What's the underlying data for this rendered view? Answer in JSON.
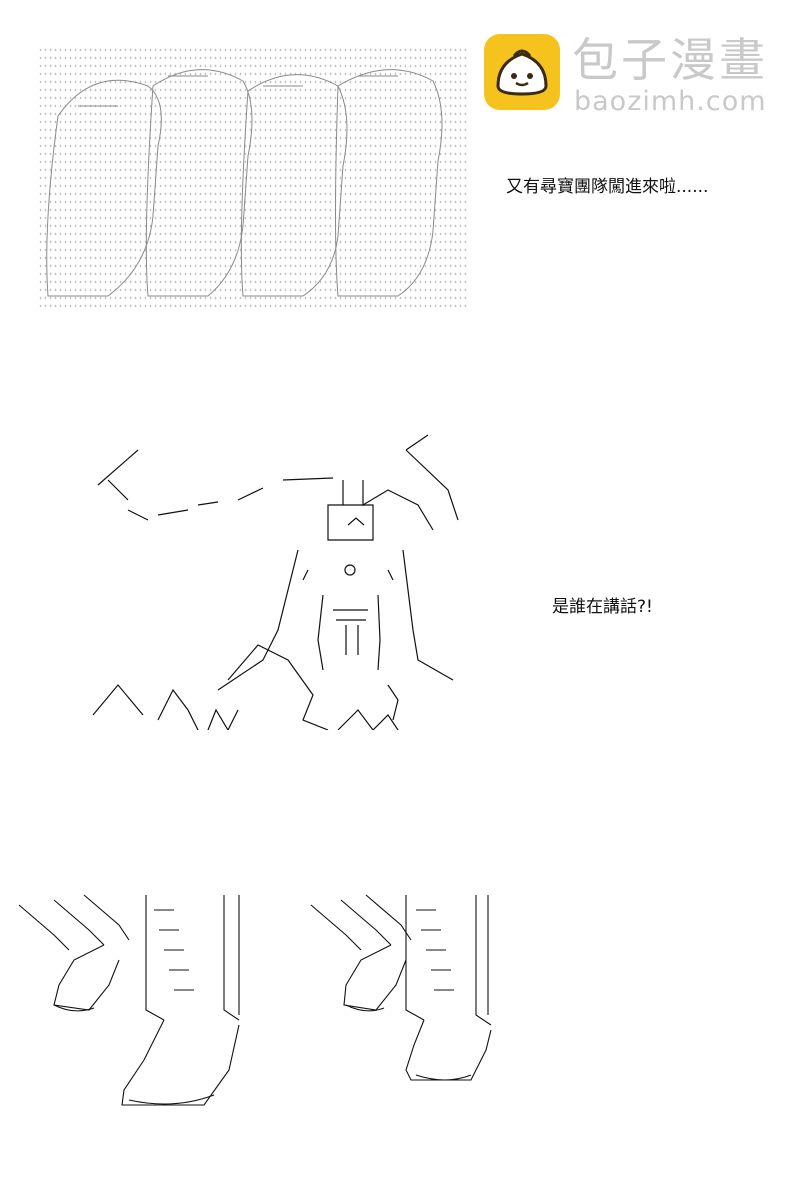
{
  "watermark": {
    "title": "包子漫畫",
    "url": "baozimh.com",
    "badge_color": "#f6c21d",
    "icon": "steamed-bun-icon"
  },
  "panels": [
    {
      "caption": "又有尋寶團隊闖進來啦......"
    },
    {
      "caption": "是誰在講話?!"
    },
    {
      "caption": ""
    }
  ]
}
